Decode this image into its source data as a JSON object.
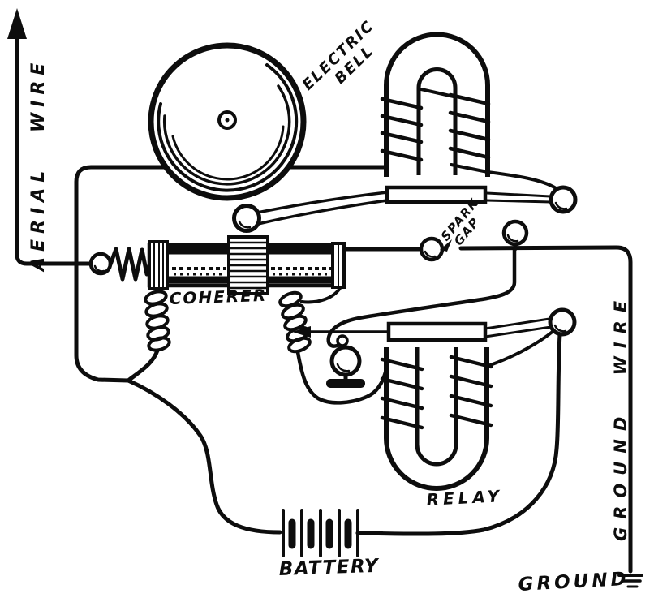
{
  "diagram": {
    "colors": {
      "ink": "#0d0d0d",
      "paper": "#ffffff"
    },
    "labels": {
      "aerial_wire": "AERIAL WIRE",
      "electric_bell_1": "ELECTRIC",
      "electric_bell_2": "BELL",
      "spark_gap_1": "SPARK",
      "spark_gap_2": "GAP",
      "coherer": "COHERER",
      "relay": "RELAY",
      "battery": "BATTERY",
      "ground_wire": "GROUND WIRE",
      "ground": "GROUND"
    }
  }
}
